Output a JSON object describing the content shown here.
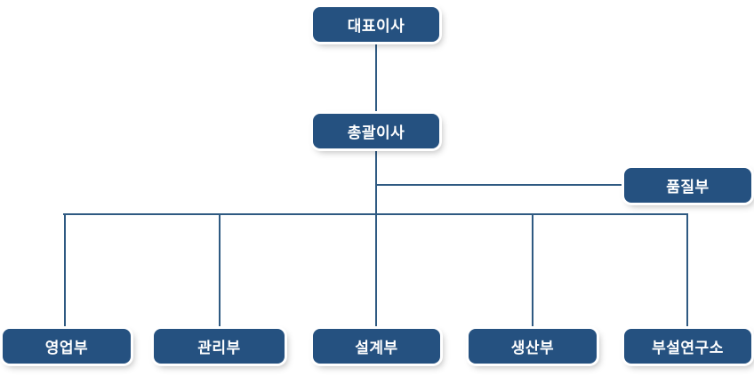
{
  "diagram": {
    "type": "org-chart",
    "nodes": {
      "ceo": {
        "label": "대표이사"
      },
      "executive": {
        "label": "총괄이사"
      },
      "quality": {
        "label": "품질부"
      },
      "sales": {
        "label": "영업부"
      },
      "admin": {
        "label": "관리부"
      },
      "design": {
        "label": "설계부"
      },
      "production": {
        "label": "생산부"
      },
      "research": {
        "label": "부설연구소"
      }
    },
    "hierarchy": [
      {
        "parent": "대표이사",
        "children": [
          "총괄이사"
        ]
      },
      {
        "parent": "총괄이사",
        "children": [
          "품질부",
          "영업부",
          "관리부",
          "설계부",
          "생산부",
          "부설연구소"
        ]
      }
    ],
    "colors": {
      "node_fill": "#255180",
      "node_text": "#ffffff",
      "node_border": "#ffffff",
      "connector": "#2f5a82",
      "background": "#ffffff"
    }
  }
}
